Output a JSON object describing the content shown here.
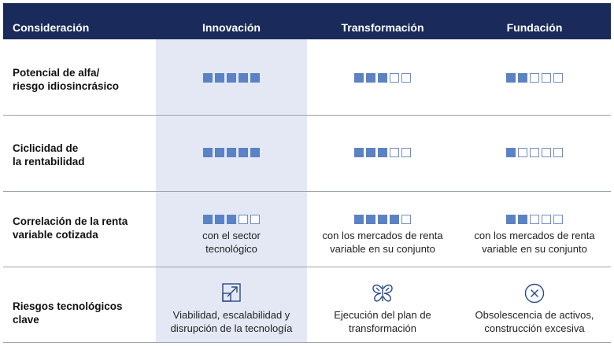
{
  "header": {
    "consideration": "Consideración",
    "col1": "Innovación",
    "col2": "Transformación",
    "col3": "Fundación"
  },
  "colors": {
    "header_bg": "#1a2a5a",
    "highlight_bg": "#e3e8f4",
    "filled_square": "#5b82c4"
  },
  "rows": [
    {
      "label_line1": "Potencial de alfa/",
      "label_line2": "riesgo idiosincrásico",
      "ratings": [
        5,
        3,
        2
      ],
      "max": 5
    },
    {
      "label_line1": "Ciclicidad de",
      "label_line2": "la rentabilidad",
      "ratings": [
        5,
        3,
        1
      ],
      "max": 5
    },
    {
      "label_line1": "Correlación de la renta",
      "label_line2": "variable cotizada",
      "ratings": [
        3,
        4,
        2
      ],
      "max": 5,
      "notes": [
        {
          "line1": "con el sector",
          "line2": "tecnológico"
        },
        {
          "line1": "con los mercados de renta",
          "line2": "variable en su conjunto"
        },
        {
          "line1": "con los mercados de renta",
          "line2": "variable en su conjunto"
        }
      ]
    },
    {
      "label": "Riesgos tecnológicos clave",
      "icons": [
        "expand-arrow-icon",
        "butterfly-icon",
        "circle-x-icon"
      ],
      "notes": [
        {
          "line1": "Viabilidad, escalabilidad y",
          "line2": "disrupción de la tecnología"
        },
        {
          "line1": "Ejecución del plan de",
          "line2": "transformación"
        },
        {
          "line1": "Obsolescencia de activos,",
          "line2": "construcción excesiva"
        }
      ]
    }
  ]
}
